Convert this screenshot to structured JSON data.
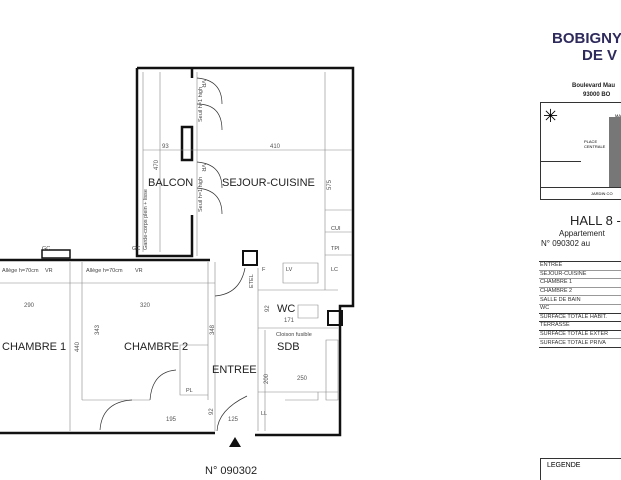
{
  "plan": {
    "rooms": {
      "balcon": "BALCON",
      "sejour": "SEJOUR-CUISINE",
      "chambre1": "CHAMBRE 1",
      "chambre2": "CHAMBRE 2",
      "entree": "ENTREE",
      "wc": "WC",
      "sdb": "SDB"
    },
    "dimensions": {
      "sejour_width": "410",
      "balcon_width": "93",
      "balcon_length": "470",
      "sejour_length": "575",
      "chambre1_width": "290",
      "chambre2_width": "320",
      "chambre1_length": "440",
      "chambre2_length": "343",
      "entree_length": "348",
      "entree_width1": "195",
      "entree_width2": "125",
      "entree_small": "92",
      "wc_width": "171",
      "wc_depth": "92",
      "sdb_width": "250",
      "sdb_depth": "200"
    },
    "equipment": {
      "cui": "CUI",
      "tpi": "TPI",
      "lc": "LC",
      "lv": "LV",
      "f": "F",
      "etel": "ETEL",
      "pl": "PL",
      "ll": "LL",
      "vr1": "VR",
      "vr2": "VR",
      "vr3": "VR",
      "vr4": "VR",
      "gc1": "GC",
      "gc2": "GC",
      "allege1": "Allège h=70cm",
      "allege2": "Allège h=70cm",
      "cloison": "Cloison fusible",
      "garde_corps": "Garde-corps plein + lisse",
      "seuil1": "Seuil h=1 high",
      "seuil2": "Seuil h=1 high"
    },
    "entrance_number": "N° 090302"
  },
  "panel": {
    "title_line1": "BOBIGNY",
    "title_line2": "DE V",
    "address_line1": "Boulevard Mau",
    "address_line2": "93000 BO",
    "map_labels": [
      "PLACE CENTRALE",
      "MA",
      "JARDIN CO"
    ],
    "hall": "HALL 8 -",
    "apartment": "Appartement",
    "apartment_number": "N° 090302 au",
    "surface_rows": [
      {
        "label": "ENTREE",
        "bold": false
      },
      {
        "label": "SEJOUR-CUISINE",
        "bold": false
      },
      {
        "label": "CHAMBRE 1",
        "bold": false
      },
      {
        "label": "CHAMBRE 2",
        "bold": false
      },
      {
        "label": "SALLE DE BAIN",
        "bold": false
      },
      {
        "label": "WC",
        "bold": true
      },
      {
        "label": "SURFACE TOTALE HABIT.",
        "bold": true
      },
      {
        "label": "TERRASSE",
        "bold": true
      },
      {
        "label": "SURFACE TOTALE EXTER",
        "bold": false
      },
      {
        "label": "SURFACE TOTALE PRIVA",
        "bold": true
      }
    ],
    "legend": "LEGENDE"
  },
  "colors": {
    "title": "#2e2a5c",
    "wall": "#111111"
  }
}
